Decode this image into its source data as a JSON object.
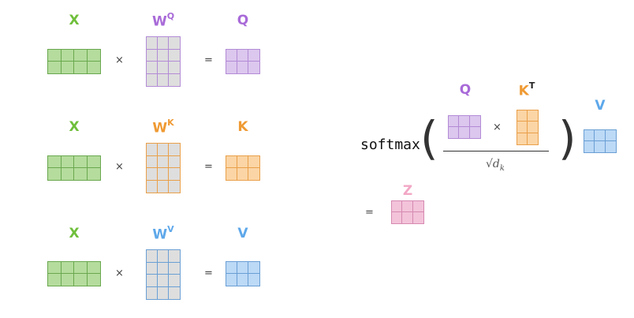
{
  "colors": {
    "green_fill": "#b5dc9d",
    "green_border": "#6aa84f",
    "green_text": "#6fbf3b",
    "purple_fill": "#dcc7ee",
    "purple_border": "#b38bd6",
    "purple_text": "#a86ad8",
    "orange_fill": "#fbd5a6",
    "orange_border": "#e9a04a",
    "orange_text": "#ef9a33",
    "blue_fill": "#bcd9f6",
    "blue_border": "#6a9fd4",
    "blue_text": "#5ea8ea",
    "pink_fill": "#f3c3da",
    "pink_border": "#d58ab0",
    "pink_text": "#f2a7c5",
    "gray_fill": "#dedede"
  },
  "rows": [
    {
      "x_label": "X",
      "w_label": "W",
      "w_sup": "Q",
      "times": "×",
      "equals": "=",
      "out_label": "Q"
    },
    {
      "x_label": "X",
      "w_label": "W",
      "w_sup": "K",
      "times": "×",
      "equals": "=",
      "out_label": "K"
    },
    {
      "x_label": "X",
      "w_label": "W",
      "w_sup": "V",
      "times": "×",
      "equals": "=",
      "out_label": "V"
    }
  ],
  "formula": {
    "softmax": "softmax",
    "lparen": "(",
    "rparen": ")",
    "q_label": "Q",
    "k_label": "K",
    "k_sup": "T",
    "times": "×",
    "v_label": "V",
    "sqrt_text": "√d",
    "sqrt_sub": "k",
    "equals": "=",
    "z_label": "Z"
  }
}
